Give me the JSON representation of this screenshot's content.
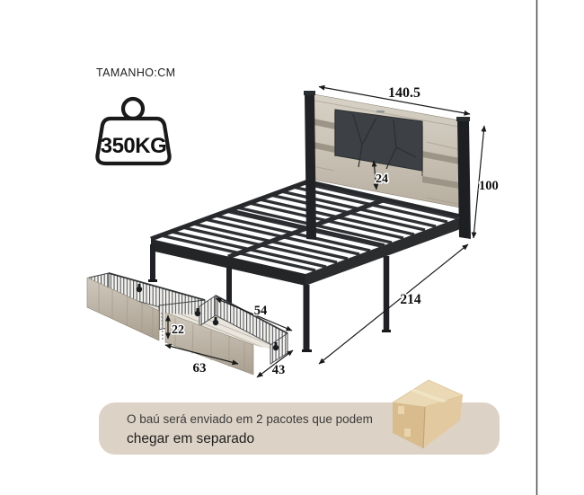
{
  "header": {
    "size_unit_label": "TAMANHO:CM"
  },
  "weight": {
    "max_load": "350KG",
    "icon": "weight-icon"
  },
  "dims": {
    "bed_width_cm": "140.5",
    "headboard_depth_cm": "24",
    "bed_height_cm": "100",
    "bed_length_cm": "214",
    "drawer_top_length_cm": "54",
    "drawer_height_cm": "22",
    "drawer_front_length_cm": "63",
    "drawer_depth_cm": "43"
  },
  "note": {
    "line1": "O baú será enviado em 2 pacotes que podem",
    "line2": "chegar em separado"
  },
  "icons": {
    "package": "cardboard-box-icon"
  },
  "colors": {
    "metal": "#2b2d30",
    "wood_light": "#d6d0c5",
    "wood_dark": "#b3ab9d",
    "cushion": "#3d4044",
    "note_bg": "#ddd2c6",
    "box_tan": "#e2c89e",
    "dimension_line": "#1a1a1a",
    "border_line": "#4f4f4f"
  }
}
